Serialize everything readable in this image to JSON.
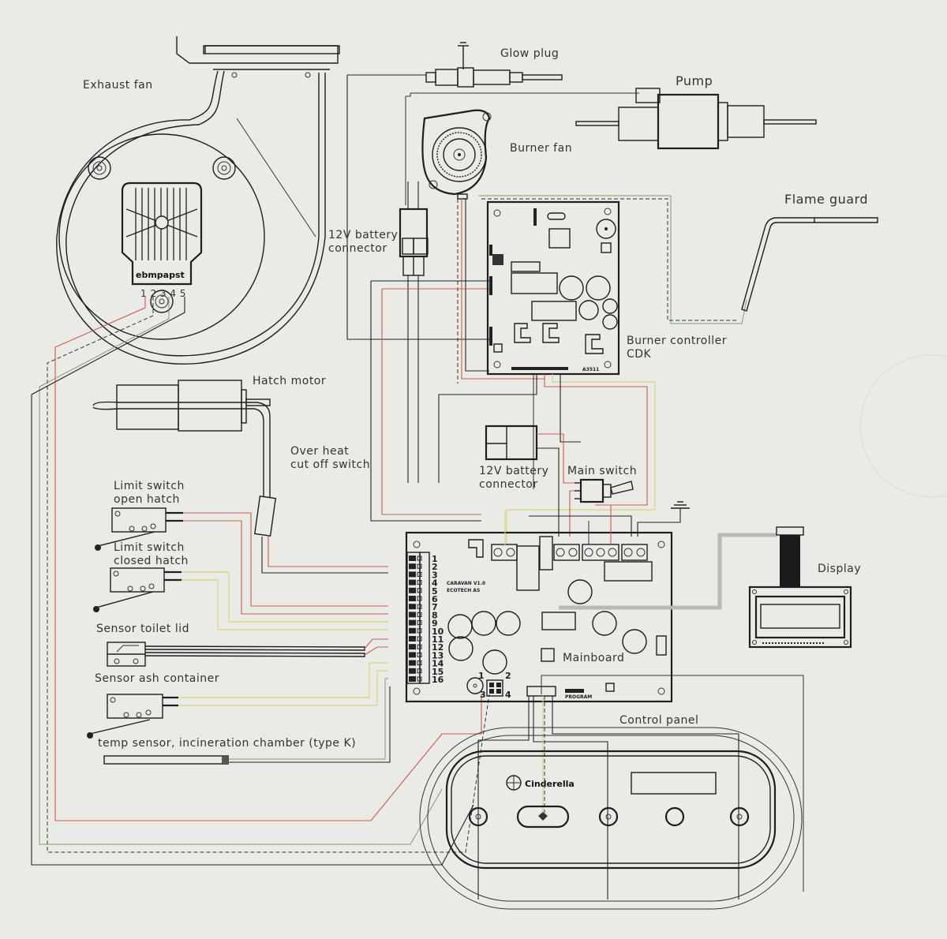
{
  "diagram": {
    "type": "wiring-diagram",
    "components": {
      "exhaust_fan": {
        "label": "Exhaust fan",
        "brand": "ebmpapst",
        "pins": "1 2 3 4 5"
      },
      "glow_plug": {
        "label": "Glow plug"
      },
      "pump": {
        "label": "Pump"
      },
      "burner_fan": {
        "label": "Burner fan"
      },
      "flame_guard": {
        "label": "Flame guard"
      },
      "battery_connector_top": {
        "label_line1": "12V battery",
        "label_line2": "connector"
      },
      "burner_controller": {
        "label_line1": "Burner controller",
        "label_line2": "CDK",
        "board_code": "A3511"
      },
      "hatch_motor": {
        "label": "Hatch motor"
      },
      "overheat_switch": {
        "label_line1": "Over heat",
        "label_line2": "cut off switch"
      },
      "limit_switch_open": {
        "label_line1": "Limit switch",
        "label_line2": "open hatch"
      },
      "limit_switch_closed": {
        "label_line1": "Limit switch",
        "label_line2": "closed hatch"
      },
      "sensor_toilet_lid": {
        "label": "Sensor toilet lid"
      },
      "sensor_ash_container": {
        "label": "Sensor ash container"
      },
      "temp_sensor": {
        "label": "temp sensor, incineration chamber (type K)"
      },
      "battery_connector_main": {
        "label_line1": "12V battery",
        "label_line2": "connector"
      },
      "main_switch": {
        "label": "Main switch"
      },
      "mainboard": {
        "label": "Mainboard",
        "board_line1": "CARAVAN V1.0",
        "board_line2": "ECOTECH AS",
        "program_label": "PROGRAM",
        "terminal_numbers": [
          "1",
          "2",
          "3",
          "4",
          "5",
          "6",
          "7",
          "8",
          "9",
          "10",
          "11",
          "12",
          "13",
          "14",
          "15",
          "16"
        ],
        "connector_pins": [
          "1",
          "2",
          "3",
          "4"
        ]
      },
      "display": {
        "label": "Display"
      },
      "control_panel": {
        "label": "Control panel",
        "brand": "Cinderella"
      }
    },
    "wire_colors": {
      "black": "#222222",
      "red": "#c95a4a",
      "yellow": "#d8d27a",
      "green": "#7f9e6a",
      "grey_ribbon": "#b8b8b4"
    }
  }
}
